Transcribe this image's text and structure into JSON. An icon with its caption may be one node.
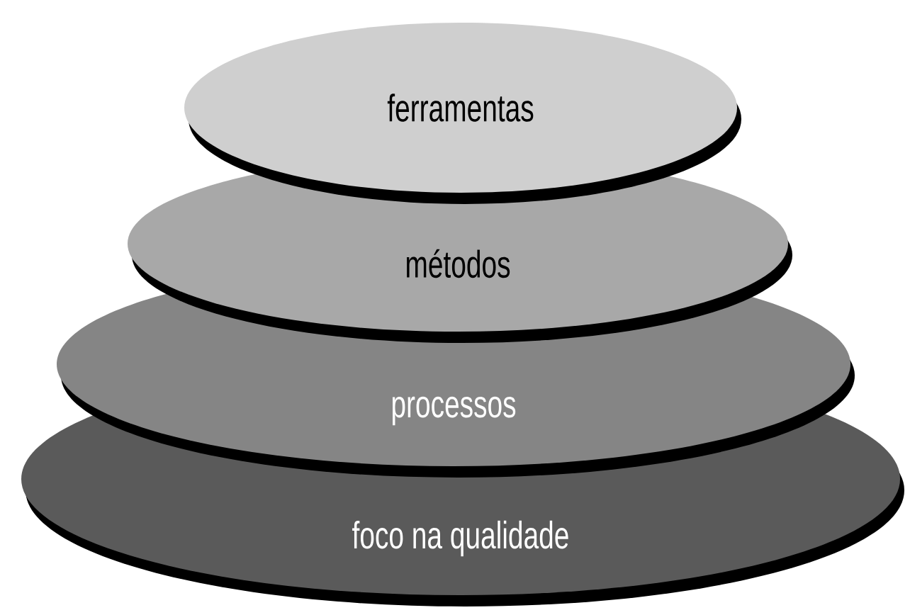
{
  "diagram": {
    "nodes": [
      {
        "text": [
          "ferramentas"
        ]
      },
      {
        "text": [
          "métodos"
        ]
      },
      {
        "text": [
          "processos"
        ]
      },
      {
        "text": [
          "foco na qualidade"
        ]
      }
    ]
  }
}
